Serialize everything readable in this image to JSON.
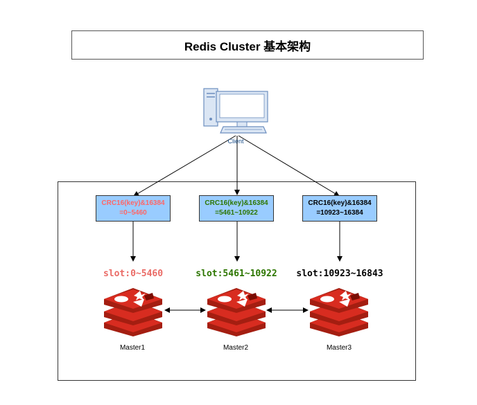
{
  "title": "Redis Cluster 基本架构",
  "client": {
    "label": "Client"
  },
  "nodes": [
    {
      "hash_line1": "CRC16(key)&16384",
      "hash_line2": "=0~5460",
      "hash_color": "#ff6666",
      "slot": "slot:0~5460",
      "slot_color": "#ea6b66",
      "master": "Master1"
    },
    {
      "hash_line1": "CRC16(key)&16384",
      "hash_line2": "=5461~10922",
      "hash_color": "#2d7600",
      "slot": "slot:5461~10922",
      "slot_color": "#2d7600",
      "master": "Master2"
    },
    {
      "hash_line1": "CRC16(key)&16384",
      "hash_line2": "=10923~16384",
      "hash_color": "#000000",
      "slot": "slot:10923~16843",
      "slot_color": "#000000",
      "master": "Master3"
    }
  ],
  "colors": {
    "redis_red": "#d82c20",
    "redis_dark": "#a41e11",
    "hash_box_bg": "#99ccff"
  }
}
